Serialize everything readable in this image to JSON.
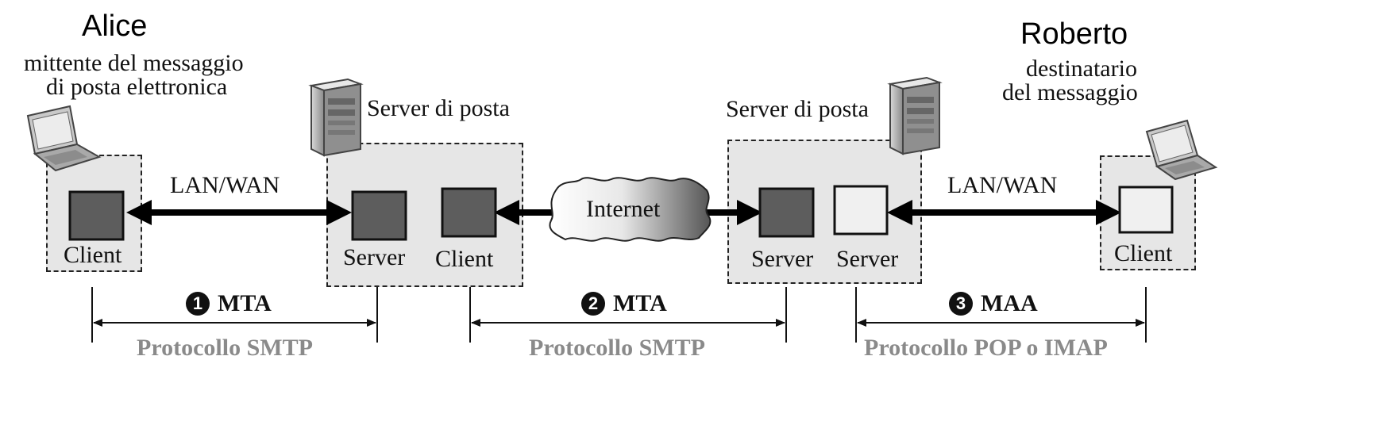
{
  "sender": {
    "name": "Alice",
    "description_line1": "mittente del messaggio",
    "description_line2": "di posta elettronica",
    "client_label": "Client"
  },
  "receiver": {
    "name": "Roberto",
    "description_line1": "destinatario",
    "description_line2": "del messaggio",
    "client_label": "Client"
  },
  "mail_server_1": {
    "title": "Server di posta",
    "server_label": "Server",
    "client_label": "Client"
  },
  "mail_server_2": {
    "title": "Server di posta",
    "server_label_1": "Server",
    "server_label_2": "Server"
  },
  "links": {
    "left": "LAN/WAN",
    "right": "LAN/WAN",
    "cloud": "Internet"
  },
  "stages": [
    {
      "number": "1",
      "agent": "MTA",
      "protocol": "Protocollo SMTP"
    },
    {
      "number": "2",
      "agent": "MTA",
      "protocol": "Protocollo SMTP"
    },
    {
      "number": "3",
      "agent": "MAA",
      "protocol": "Protocollo POP o IMAP"
    }
  ]
}
